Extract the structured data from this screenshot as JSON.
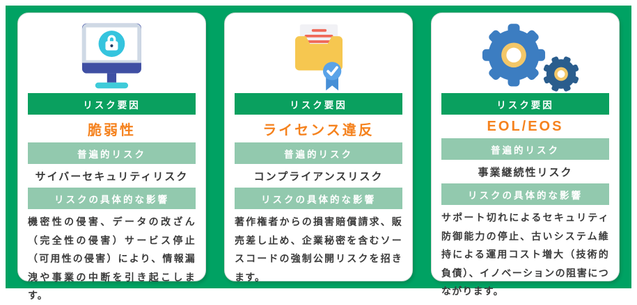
{
  "labels": {
    "risk_factor": "リスク要因",
    "universal_risk": "普遍的リスク",
    "impact": "リスクの具体的な影響"
  },
  "cards": [
    {
      "icon": "monitor-security-lock-icon",
      "title": "脆弱性",
      "risk_type": "サイバーセキュリティリスク",
      "impact_text": "機密性の侵害、データの改ざん（完全性の侵害）サービス停止（可用性の侵害）により、情報漏洩や事業の中断を引き起こします。"
    },
    {
      "icon": "license-certificate-icon",
      "title": "ライセンス違反",
      "risk_type": "コンプライアンスリスク",
      "impact_text": "著作権者からの損害賠償請求、販売差し止め、企業秘密を含むソースコードの強制公開リスクを招きます。"
    },
    {
      "icon": "gears-icon",
      "title": "EOL/EOS",
      "risk_type": "事業継続性リスク",
      "impact_text": "サポート切れによるセキュリティ防御能力の停止、古いシステム維持による運用コスト増大（技術的負債）、イノベーションの阻害につながります。"
    }
  ],
  "colors": {
    "background_green": "#00a263",
    "band_green": "#0aa05f",
    "band_light_green": "#92c9ae",
    "title_orange": "#f5821e",
    "body_text": "#3a3a3a",
    "icon_cyan": "#35c4de",
    "icon_indigo": "#3f4fa3",
    "icon_yellow": "#f6c750",
    "icon_blue": "#4a90d9",
    "gear_blue": "#3c7dc1",
    "gear_dark_blue": "#2a5d8d"
  }
}
